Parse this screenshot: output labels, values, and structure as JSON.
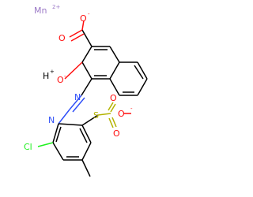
{
  "atoms": {
    "mn": "Mn",
    "mn_charge": "2+",
    "o_carboxyl_double": "O",
    "o_carboxyl_single": "O",
    "o_carboxyl_charge": "-",
    "h_plus": "H",
    "h_plus_charge": "+",
    "o_phenol": "O",
    "o_phenol_charge": "-",
    "n_upper": "N",
    "n_lower": "N",
    "s": "S",
    "o_sulfo_right": "O",
    "o_sulfo_top": "O",
    "o_sulfo_bottom": "O",
    "o_sulfo_charge": "-",
    "cl": "Cl"
  },
  "colors": {
    "carbon": "#000000",
    "oxygen": "#ff0d0d",
    "nitrogen": "#3050f8",
    "sulfur": "#b3b300",
    "chlorine": "#1ff01f",
    "manganese": "#9c7ac7"
  }
}
